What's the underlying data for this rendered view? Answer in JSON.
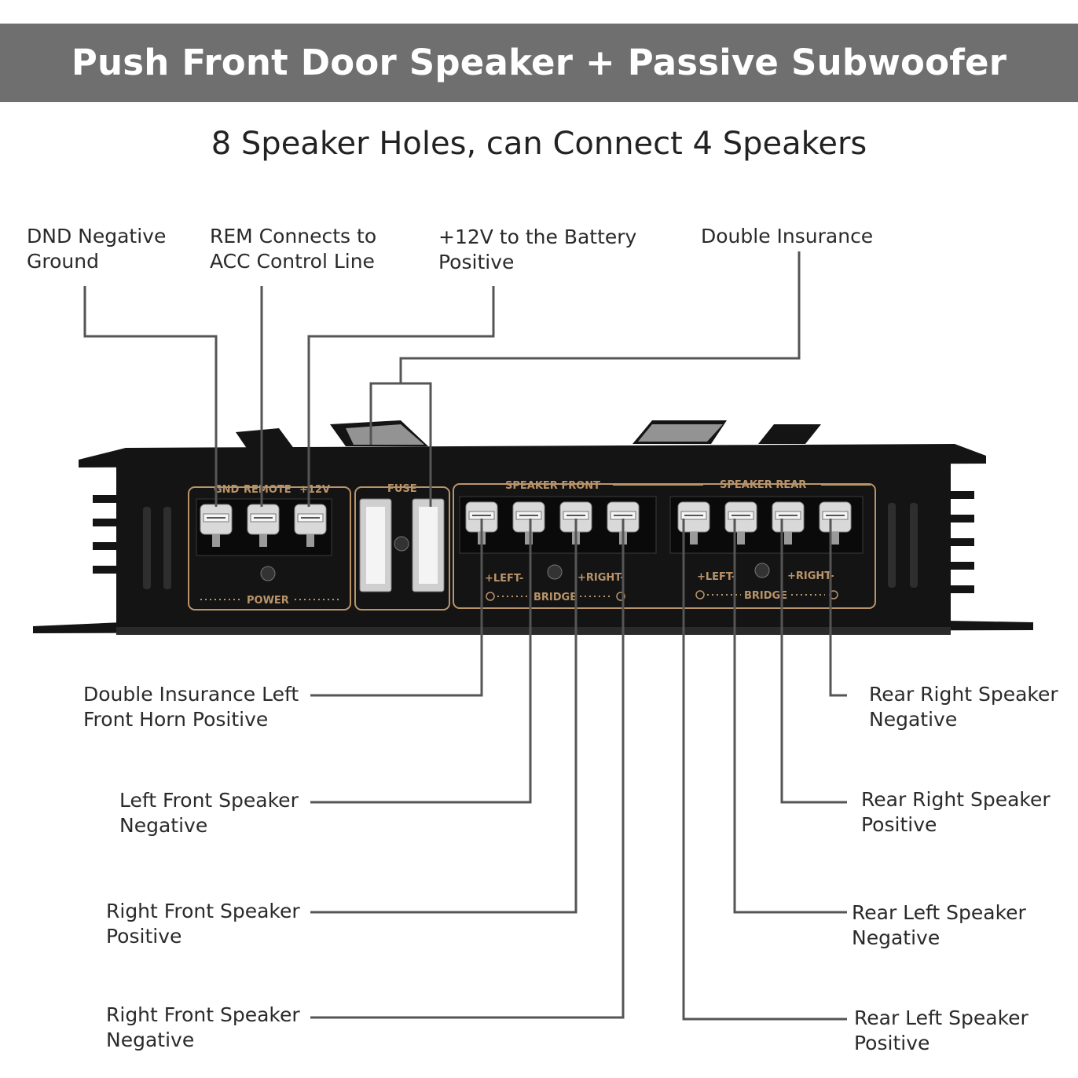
{
  "title": "Push Front Door Speaker + Passive Subwoofer Wiring Diagram",
  "subtitle": "8 Speaker Holes, can Connect 4 Speakers",
  "colors": {
    "banner": "#6f6f6f",
    "amp_body": "#141414",
    "trim": "#b9946a",
    "line": "#555555"
  },
  "callouts": {
    "gnd": [
      "DND Negative",
      "Ground"
    ],
    "rem": [
      "REM Connects to",
      "ACC Control Line"
    ],
    "v12": [
      "+12V to the Battery",
      "Positive"
    ],
    "double": [
      "Double Insurance"
    ],
    "dbl_left": [
      "Double Insurance Left",
      "Front Horn Positive"
    ],
    "lf_neg": [
      "Left Front Speaker",
      "Negative"
    ],
    "rf_pos": [
      "Right Front Speaker",
      "Positive"
    ],
    "rf_neg": [
      "Right Front Speaker",
      "Negative"
    ],
    "rr_neg": [
      "Rear Right Speaker",
      "Negative"
    ],
    "rr_pos": [
      "Rear Right Speaker",
      "Positive"
    ],
    "rl_neg": [
      "Rear Left Speaker",
      "Negative"
    ],
    "rl_pos": [
      "Rear Left Speaker",
      "Positive"
    ]
  },
  "panel": {
    "gnd": "GND",
    "remote": "REMOTE",
    "plus12": "+12V",
    "fuse": "FUSE",
    "power": "POWER",
    "speaker_front": "SPEAKER FRONT",
    "speaker_rear": "SPEAKER REAR",
    "left": "+LEFT-",
    "right": "+RIGHT-",
    "bridge": "BRIDGE"
  }
}
